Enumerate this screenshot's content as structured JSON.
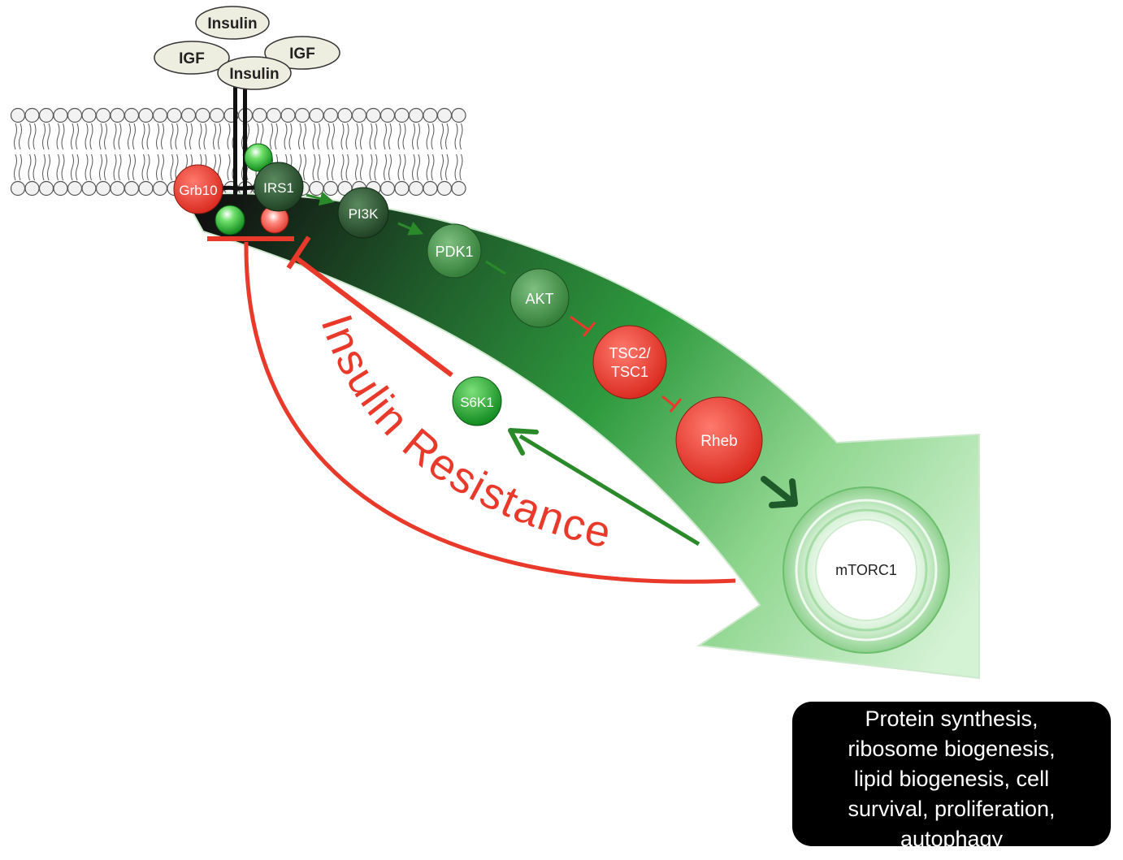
{
  "ligands": {
    "insulin_top": "Insulin",
    "igf_left": "IGF",
    "igf_right": "IGF",
    "insulin_bottom": "Insulin"
  },
  "nodes": {
    "grb10": "Grb10",
    "irs1": "IRS1",
    "pi3k": "PI3K",
    "pdk1": "PDK1",
    "akt": "AKT",
    "tsc_line1": "TSC2/",
    "tsc_line2": "TSC1",
    "rheb": "Rheb",
    "mtorc1": "mTORC1",
    "s6k1": "S6K1"
  },
  "feedback_label": "Insulin Resistance",
  "outcome": {
    "lines": [
      "Protein synthesis,",
      "ribosome biogenesis,",
      "lipid biogenesis, cell",
      "survival, proliferation,",
      "autophagy"
    ]
  },
  "colors": {
    "activation_green": "#2a8a2a",
    "inhibition_red": "#e8392b",
    "pathway_dark": "#1a1a1a",
    "pathway_light": "#b8e6b8"
  }
}
